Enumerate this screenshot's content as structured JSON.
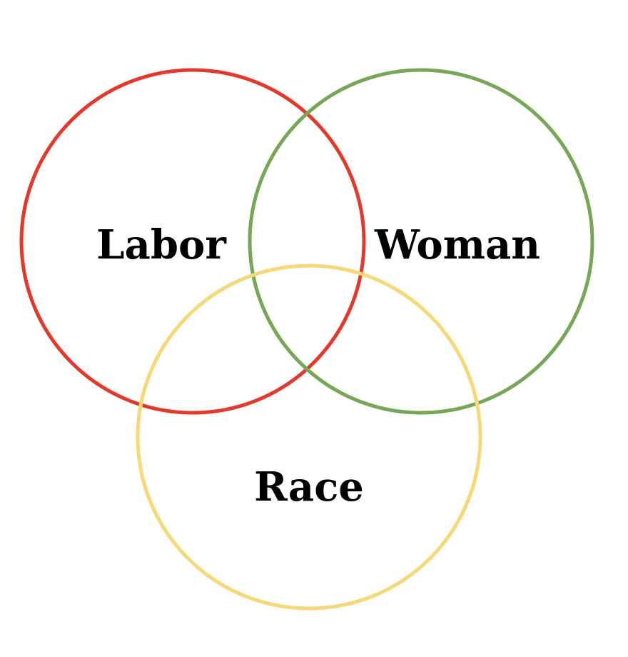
{
  "diagram": {
    "type": "venn",
    "sets": [
      {
        "key": "labor",
        "label": "Labor",
        "color": "#e5382a"
      },
      {
        "key": "woman",
        "label": "Woman",
        "color": "#76a756"
      },
      {
        "key": "race",
        "label": "Race",
        "color": "#f6d876"
      }
    ]
  }
}
